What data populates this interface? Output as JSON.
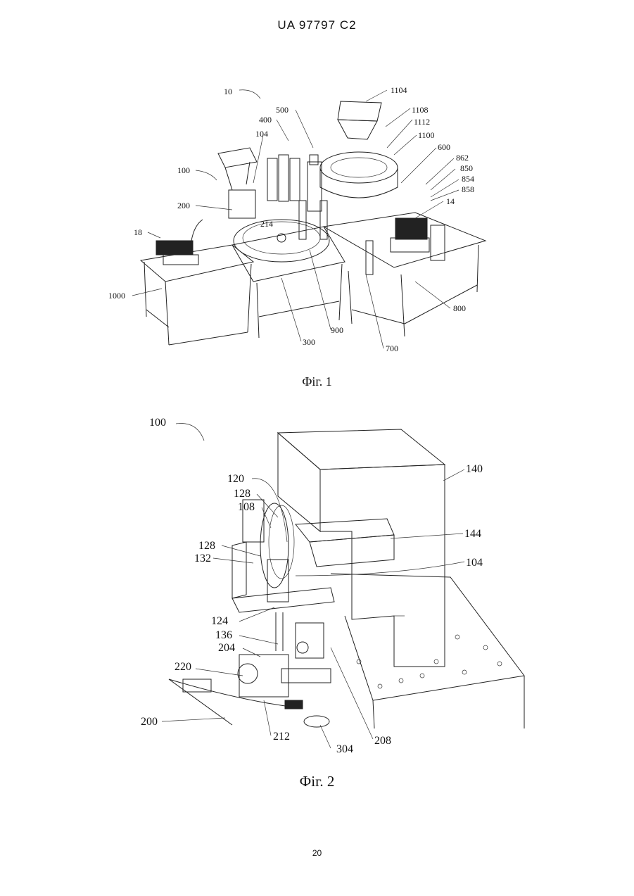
{
  "header": {
    "text": "UA   97797   C2"
  },
  "figure1": {
    "caption": "Фіг. 1",
    "labels": [
      "10",
      "104",
      "400",
      "500",
      "1104",
      "1108",
      "1112",
      "1100",
      "600",
      "862",
      "850",
      "854",
      "858",
      "14",
      "100",
      "200",
      "214",
      "18",
      "1000",
      "300",
      "900",
      "800",
      "700"
    ]
  },
  "figure2": {
    "caption": "Фіг. 2",
    "labels": [
      "100",
      "140",
      "144",
      "104",
      "120",
      "128",
      "108",
      "128",
      "132",
      "124",
      "136",
      "204",
      "220",
      "200",
      "212",
      "304",
      "208"
    ]
  },
  "page_number": "20"
}
